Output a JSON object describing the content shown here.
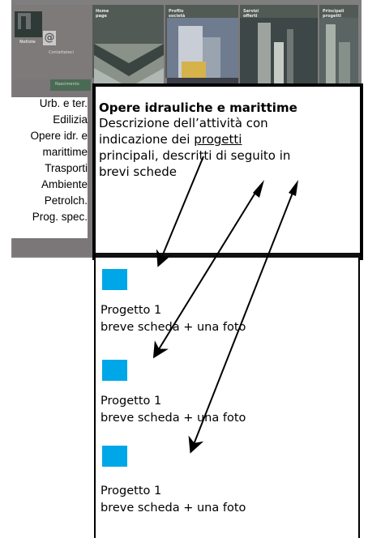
{
  "website": {
    "nav": [
      "Home page",
      "Profilo società",
      "Servizi offerti",
      "Principali progetti"
    ],
    "notizie": "Notizie",
    "contattaci": "Contattateci",
    "nascimento": "Nascimento"
  },
  "sidebar": {
    "items": [
      "Urb. e ter.",
      "Edilizia",
      "Opere idr. e",
      "marittime",
      "Trasporti",
      "Ambiente",
      "Petrolch.",
      "Prog. spec."
    ]
  },
  "description": {
    "title": "Opere idrauliche e marittime",
    "line1": "Descrizione dell’attività con",
    "line2_prefix": "indicazione dei ",
    "line2_link": "progetti",
    "line3": "principali, descritti di seguito in",
    "line4": "brevi schede"
  },
  "projects": [
    {
      "title": "Progetto 1",
      "desc": "breve scheda + una foto"
    },
    {
      "title": "Progetto 1",
      "desc": "breve scheda + una foto"
    },
    {
      "title": "Progetto 1",
      "desc": "breve scheda + una foto"
    }
  ],
  "colors": {
    "photo": "#00a7e8",
    "site_bg": "#7d7a79"
  }
}
